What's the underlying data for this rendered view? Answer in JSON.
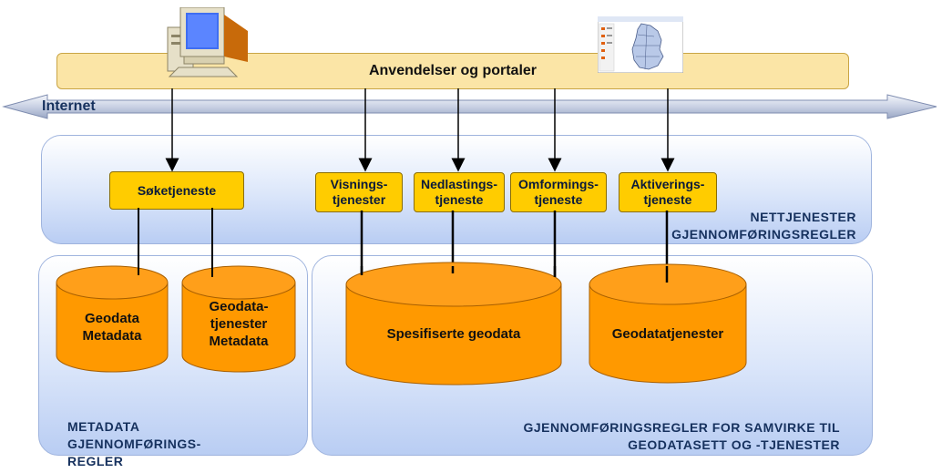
{
  "portal": {
    "label": "Anvendelser og portaler"
  },
  "internet": {
    "label": "Internet"
  },
  "network_panel": {
    "label": "NETTJENESTER\nGJENNOMFØRINGSREGLER"
  },
  "metadata_panel": {
    "label": "METADATA\nGJENNOMFØRINGS-\nREGLER"
  },
  "data_panel": {
    "label": "GJENNOMFØRINGSREGLER FOR SAMVIRKE TIL\nGEODATASETT OG -TJENESTER"
  },
  "services": [
    {
      "label": "Søketjeneste"
    },
    {
      "label": "Visnings-\ntjenester"
    },
    {
      "label": "Nedlastings-\ntjeneste"
    },
    {
      "label": "Omformings-\ntjeneste"
    },
    {
      "label": "Aktiverings-\ntjeneste"
    }
  ],
  "stores": [
    {
      "label": "Geodata\nMetadata"
    },
    {
      "label": "Geodata-\ntjenester\nMetadata"
    },
    {
      "label": "Spesifiserte geodata"
    },
    {
      "label": "Geodatatjenester"
    }
  ],
  "colors": {
    "service": "#ffcc00",
    "cylinder": "#ff9900",
    "panel": "#c6d7f7",
    "navy": "#16315e"
  }
}
